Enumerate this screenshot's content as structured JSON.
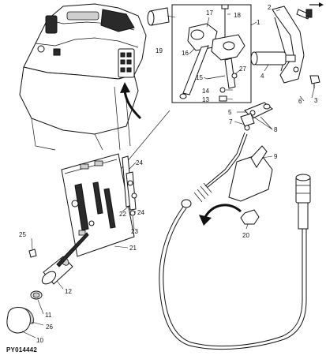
{
  "figure_code": "PY014442",
  "callouts": [
    "1",
    "2",
    "3",
    "4",
    "5",
    "6",
    "7",
    "8",
    "9",
    "10",
    "11",
    "12",
    "13",
    "14",
    "15",
    "16",
    "17",
    "18",
    "19",
    "20",
    "21",
    "22",
    "23",
    "24",
    "24",
    "25",
    "26",
    "27"
  ]
}
